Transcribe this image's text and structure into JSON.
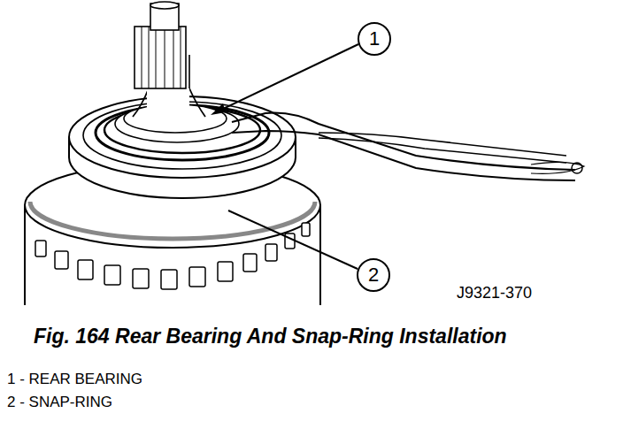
{
  "diagram": {
    "caption": "Fig. 164 Rear Bearing And Snap-Ring Installation",
    "nodes": [
      {
        "text": [
          "1"
        ]
      },
      {
        "text": [
          "2"
        ]
      }
    ],
    "labels": [
      "J9321-370",
      "1 - REAR BEARING",
      "2 - SNAP-RING"
    ]
  }
}
